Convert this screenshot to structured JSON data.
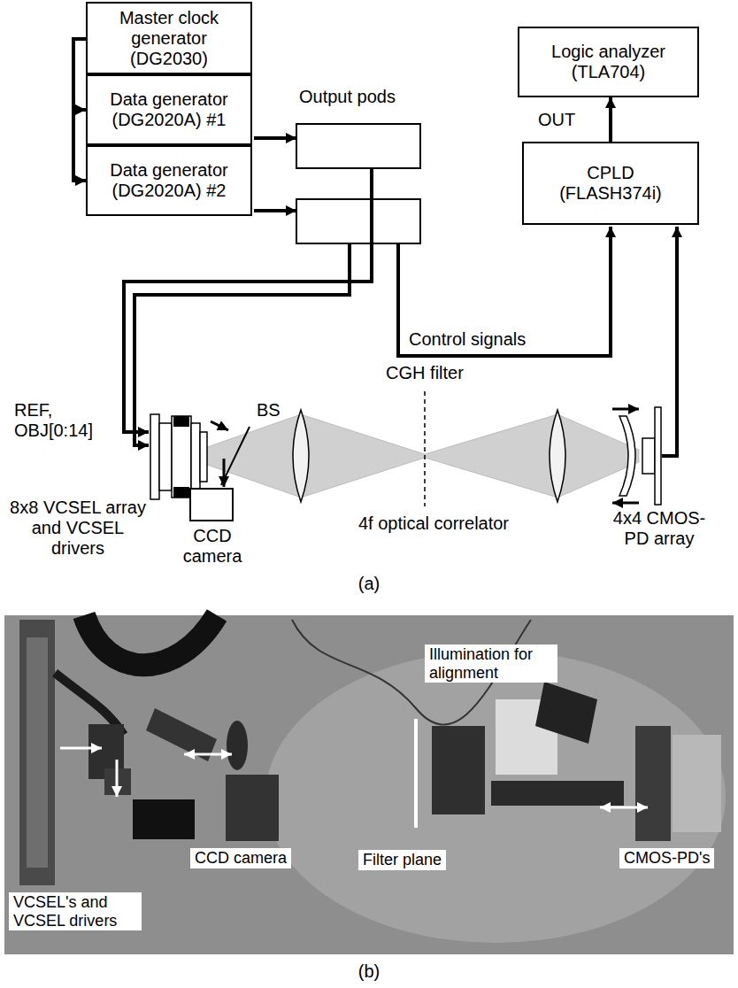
{
  "diagram": {
    "nodes": [
      {
        "text": [
          "Master clock generator (DG2030)"
        ]
      },
      {
        "text": [
          "Data generator (DG2020A) #1"
        ]
      },
      {
        "text": [
          "Data generator (DG2020A) #2"
        ]
      },
      {
        "text": [
          "Logic analyzer (TLA704)"
        ]
      },
      {
        "text": [
          "CPLD (FLASH374i)"
        ]
      }
    ],
    "edges": [
      {
        "from": 0,
        "to": 1,
        "arrow": "to"
      },
      {
        "from": 0,
        "to": 2,
        "arrow": "to"
      },
      {
        "from": 4,
        "to": 3,
        "arrow": "to",
        "label": "OUT"
      }
    ],
    "labels": [
      "Output pods",
      "Control signals",
      "REF, OBJ[0:14]",
      "8x8 VCSEL array and VCSEL drivers",
      "BS",
      "CCD camera",
      "CGH filter",
      "4f optical correlator",
      "4x4 CMOS-PD array",
      "(a)",
      "Illumination for alignment",
      "CCD camera",
      "Filter plane",
      "VCSEL's and VCSEL drivers",
      "CMOS-PD's",
      "(b)"
    ]
  }
}
